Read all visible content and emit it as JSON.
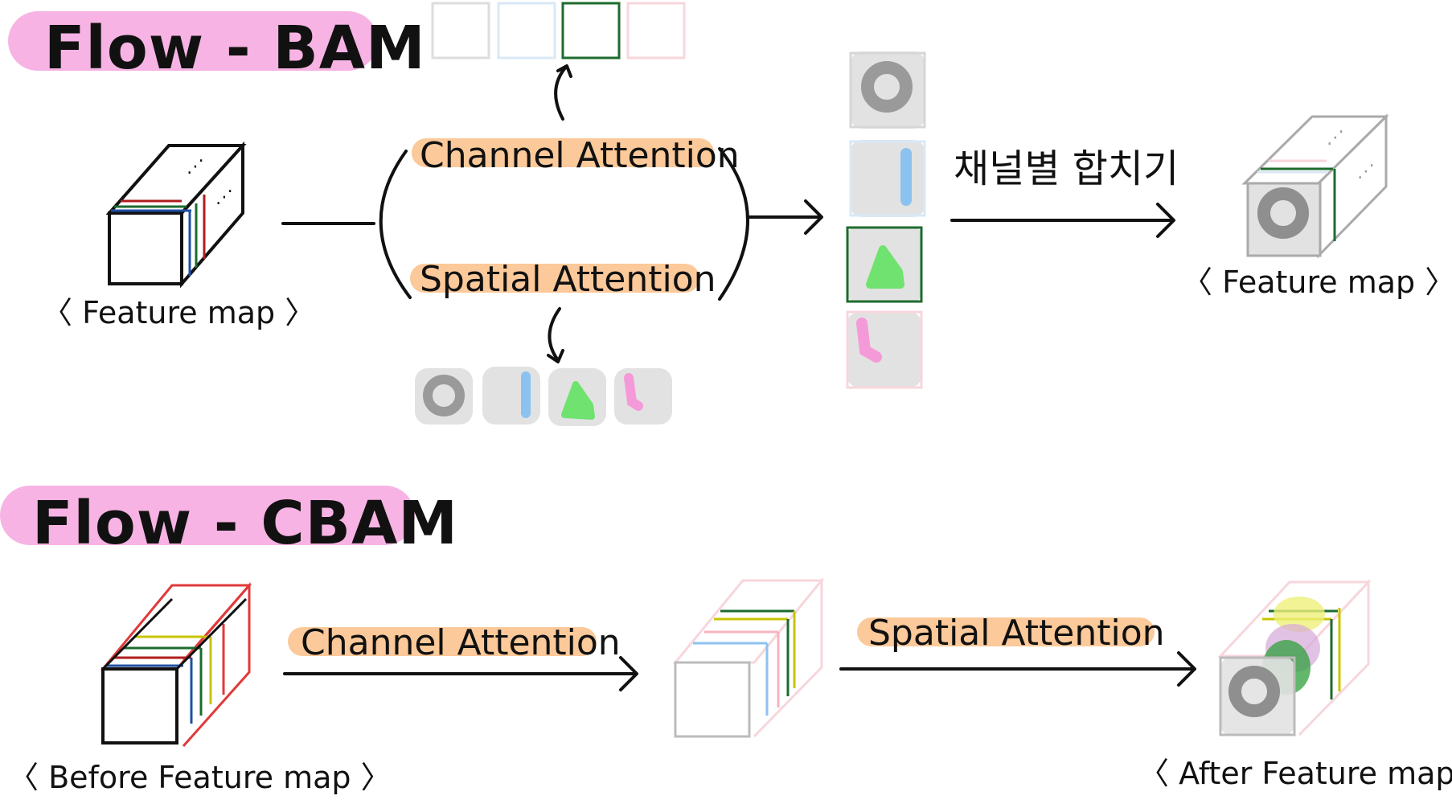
{
  "bam": {
    "title": "Flow - BAM",
    "input_caption": "〈 Feature map 〉",
    "channel_label": "Channel Attention",
    "spatial_label": "Spatial Attention",
    "merge_label": "채널별 합치기",
    "output_caption": "〈 Feature map 〉"
  },
  "cbam": {
    "title": "Flow - CBAM",
    "input_caption": "〈 Before Feature map 〉",
    "channel_label": "Channel Attention",
    "spatial_label": "Spatial Attention",
    "output_caption": "〈 After Feature map 〉"
  },
  "colors": {
    "title_highlight": "#f7b3e3",
    "label_highlight": "#fbc99a",
    "blue": "#1f4fa3",
    "green": "#1d6b2e",
    "red": "#b01c1c",
    "yellow": "#c9c400",
    "gray_blob": "#9a9a9a",
    "blue_blob": "#8cc2f0",
    "green_blob": "#6fe26f",
    "pink_blob": "#f59ad8"
  }
}
